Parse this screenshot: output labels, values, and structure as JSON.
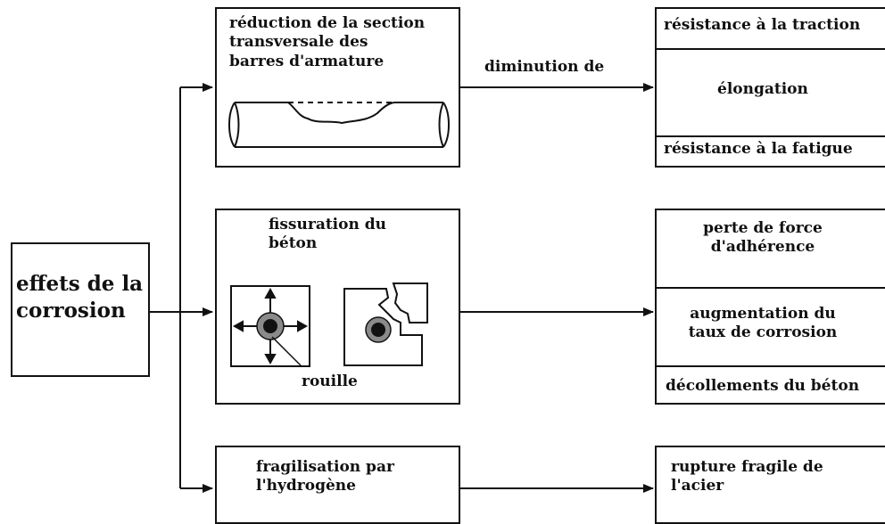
{
  "root": {
    "label_line1": "effets de la",
    "label_line2": "corrosion"
  },
  "effect_top": {
    "line1": "réduction de la section",
    "line2": " transversale des",
    "line3": "barres d'armature"
  },
  "effect_mid": {
    "line1": "fissuration du",
    "line2": "béton",
    "rust_label": "rouille"
  },
  "effect_bottom": {
    "line1": "fragilisation par",
    "line2": "l'hydrogène"
  },
  "arrow_label_top": "diminution de",
  "result_top": {
    "row1": "résistance à la traction",
    "row2": "élongation",
    "row3": "résistance à la fatigue"
  },
  "result_mid": {
    "row1_line1": "perte de force",
    "row1_line2": "d'adhérence",
    "row2_line1": "augmentation du",
    "row2_line2": "taux de corrosion",
    "row3": "décollements du béton"
  },
  "result_bottom": {
    "line1": "rupture fragile de",
    "line2": "l'acier"
  },
  "colors": {
    "line": "#111111",
    "rust_ring": "#8a8a8a",
    "bar_core": "#111111"
  },
  "icons": [
    "arrowhead",
    "rebar-bar",
    "cracked-concrete-block"
  ]
}
